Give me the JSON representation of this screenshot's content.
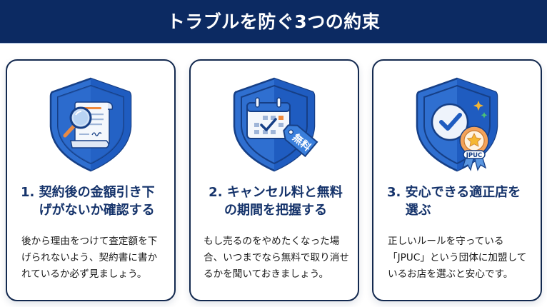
{
  "header": {
    "title": "トラブルを防ぐ3つの約束",
    "background": "#0c2a62"
  },
  "colors": {
    "title_text": "#15336b",
    "card_border": "#13294f",
    "shield_blue": "#2f6fd0",
    "shield_dark": "#1a4fa8",
    "accent_orange": "#f08a3c"
  },
  "cards": [
    {
      "icon": "shield-document-magnifier-icon",
      "number": "1. ",
      "title": "契約後の金額引き下げがないか確認する",
      "body": "後から理由をつけて査定額を下げられないよう、契約書に書かれているか必ず見ましょう。"
    },
    {
      "icon": "shield-calendar-free-tag-icon",
      "number": "2. ",
      "title": "キャンセル料と無料の期間を把握する",
      "tag_label": "無料",
      "body": "もし売るのをやめたくなった場合、いつまでなら無料で取り消せるかを聞いておきましょう。"
    },
    {
      "icon": "shield-check-badge-icon",
      "number": "3. ",
      "title": "安心できる適正店を選ぶ",
      "badge_label": "JPUC",
      "body": "正しいルールを守っている「JPUC」という団体に加盟しているお店を選ぶと安心です。"
    }
  ]
}
